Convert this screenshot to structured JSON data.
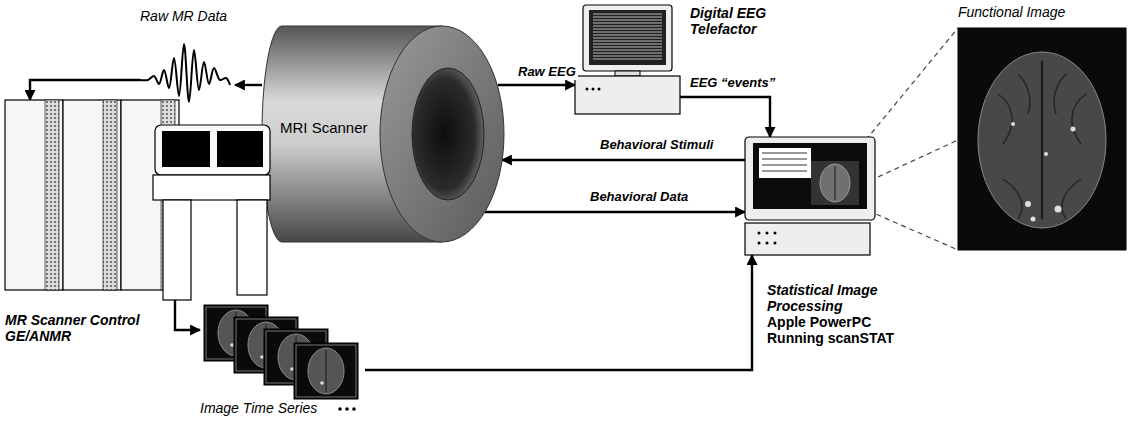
{
  "diagram": {
    "nodes": [
      {
        "text": [
          "Raw MR Data"
        ]
      },
      {
        "text": [
          "MRI Scanner"
        ]
      },
      {
        "text": [
          "Digital EEG Telefactor"
        ]
      },
      {
        "text": [
          "Functional Image"
        ]
      },
      {
        "text": [
          "MR Scanner Control",
          "GE/ANMR"
        ]
      },
      {
        "text": [
          "Statistical Image Processing",
          "Apple PowerPC Running scanSTAT"
        ]
      },
      {
        "text": [
          "Image Time Series"
        ]
      }
    ],
    "edges": [
      {
        "from": 1,
        "to": 0,
        "arrow": "to"
      },
      {
        "from": 0,
        "to": 4,
        "arrow": "to"
      },
      {
        "from": 1,
        "to": 2,
        "label": "Raw EEG",
        "arrow": "to"
      },
      {
        "from": 2,
        "to": 5,
        "label": "EEG “events”",
        "arrow": "to"
      },
      {
        "from": 5,
        "to": 1,
        "label": "Behavioral Stimuli",
        "arrow": "to"
      },
      {
        "from": 1,
        "to": 5,
        "label": "Behavioral Data",
        "arrow": "to"
      },
      {
        "from": 4,
        "to": 6,
        "arrow": "to"
      },
      {
        "from": 6,
        "to": 5,
        "arrow": "to"
      },
      {
        "from": 5,
        "to": 3,
        "arrow": "none"
      }
    ]
  }
}
